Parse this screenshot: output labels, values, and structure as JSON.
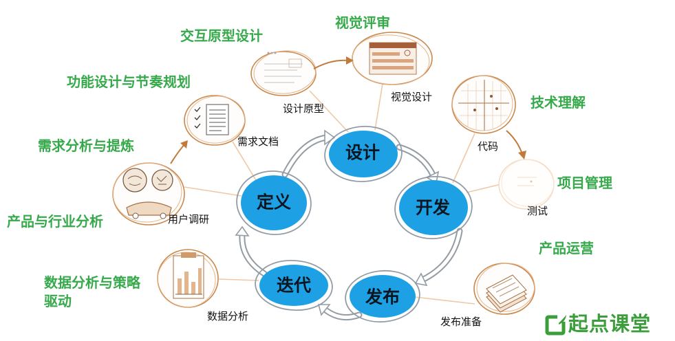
{
  "phases": {
    "design": "设计",
    "define": "定义",
    "develop": "开发",
    "iterate": "迭代",
    "release": "发布"
  },
  "artifacts": {
    "prototype": "设计原型",
    "visual_design": "视觉设计",
    "requirements_doc": "需求文档",
    "code": "代码",
    "user_research": "用户调研",
    "testing": "测试",
    "data_analysis": "数据分析",
    "release_prep": "发布准备"
  },
  "skills": {
    "interaction_prototype": "交互原型设计",
    "visual_review": "视觉评审",
    "function_planning": "功能设计与节奏规划",
    "tech_understanding": "技术理解",
    "requirement_analysis": "需求分析与提炼",
    "project_management": "项目管理",
    "industry_analysis": "产品与行业分析",
    "product_operation": "产品运营",
    "data_strategy": [
      "数据分析与策略",
      "驱动"
    ]
  },
  "logo": {
    "icon": "qidian-logo-icon",
    "text": "起点课堂"
  },
  "colors": {
    "phase_blue": "#1ea1e4",
    "skill_green": "#36a94b",
    "logo_green": "#3b9e3a",
    "sketch_orange": "#c9874c",
    "connector_peach": "#efc8a4",
    "ring_gray": "#939ca4"
  }
}
